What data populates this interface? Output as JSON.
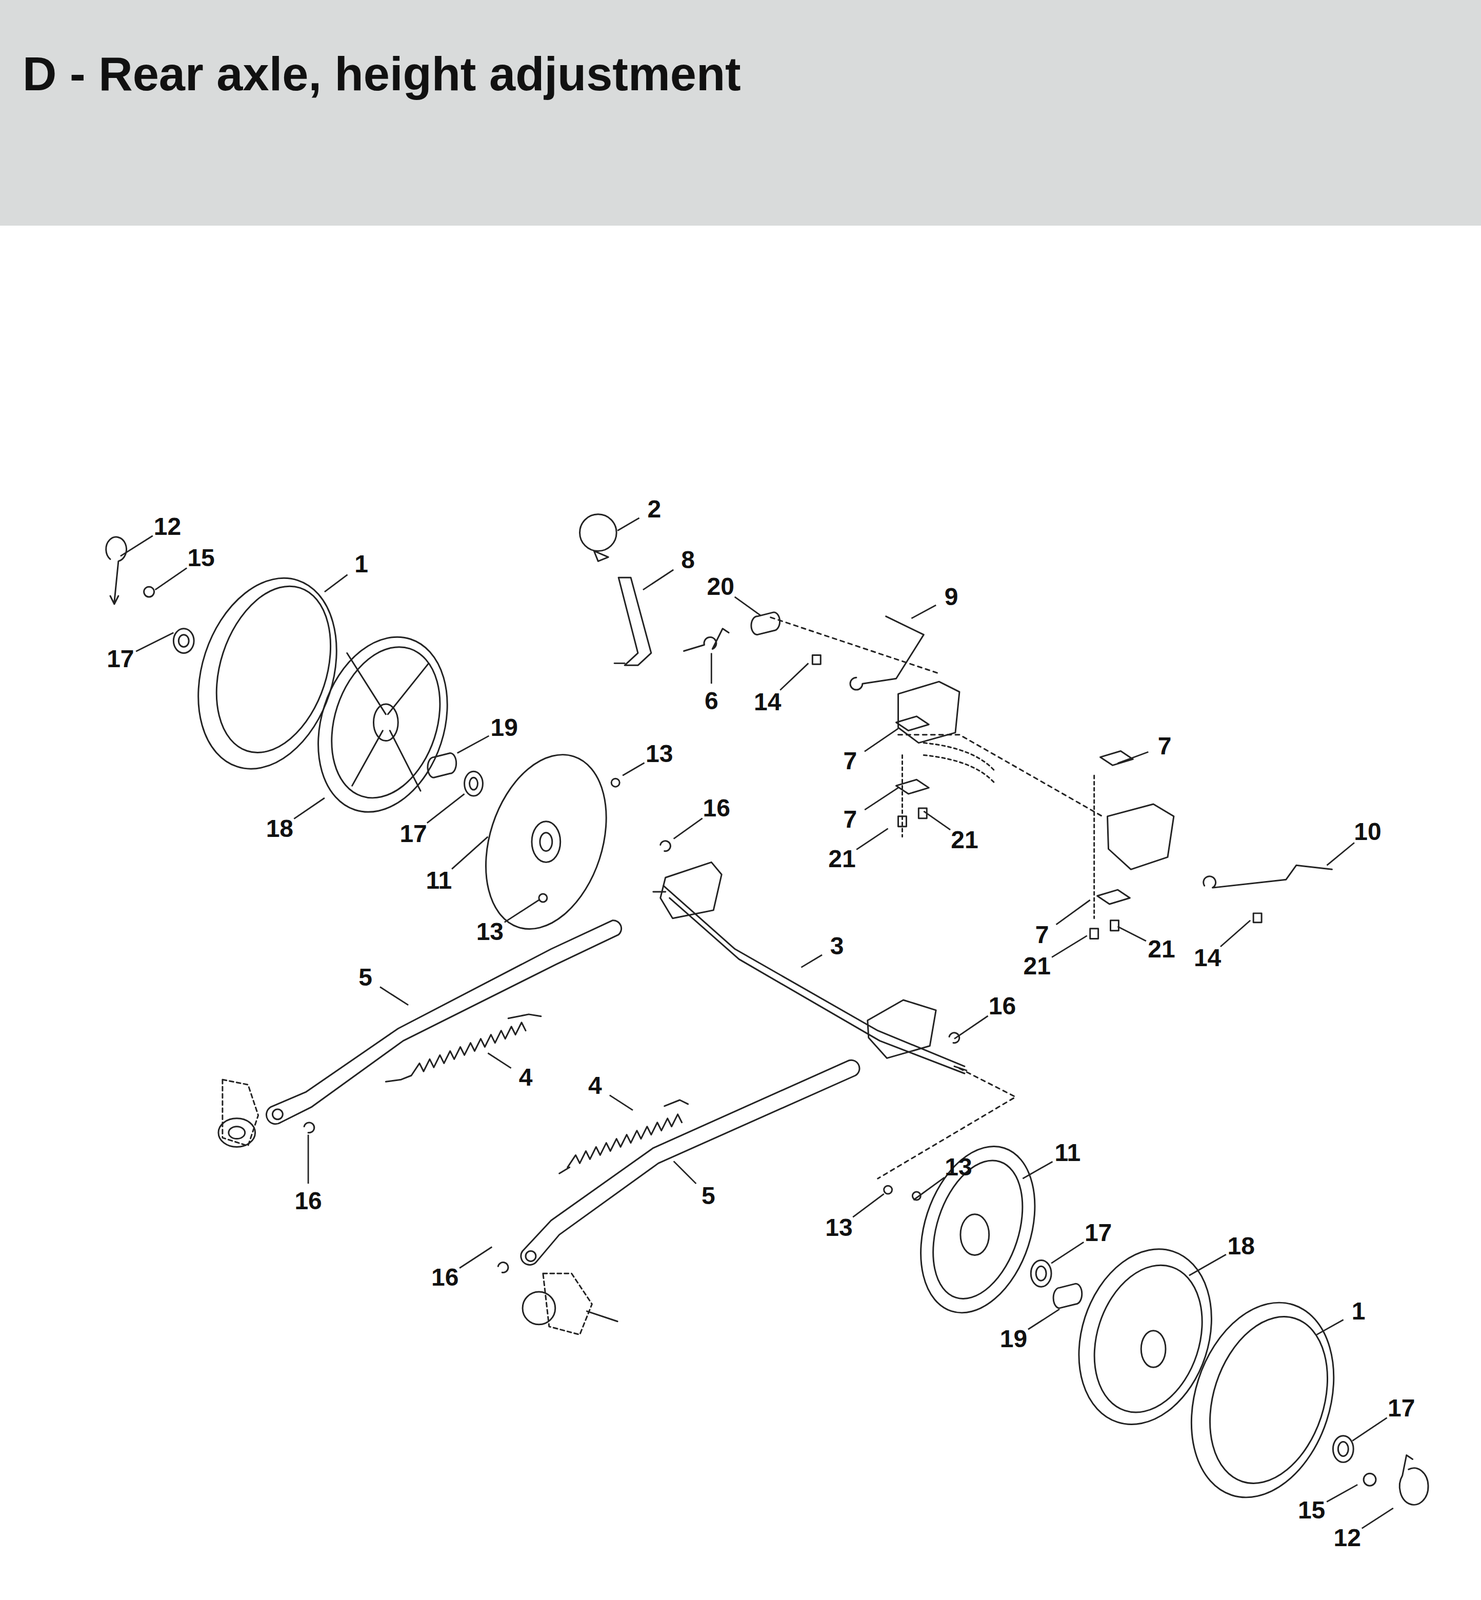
{
  "diagram": {
    "title": "D - Rear axle, height adjustment",
    "labels": [
      "12",
      "15",
      "1",
      "17",
      "2",
      "8",
      "20",
      "9",
      "6",
      "14",
      "19",
      "13",
      "7",
      "7",
      "18",
      "17",
      "16",
      "7",
      "21",
      "21",
      "11",
      "10",
      "13",
      "3",
      "7",
      "21",
      "21",
      "14",
      "5",
      "16",
      "4",
      "4",
      "5",
      "16",
      "13",
      "11",
      "13",
      "17",
      "18",
      "16",
      "19",
      "1",
      "17",
      "15",
      "12"
    ]
  }
}
